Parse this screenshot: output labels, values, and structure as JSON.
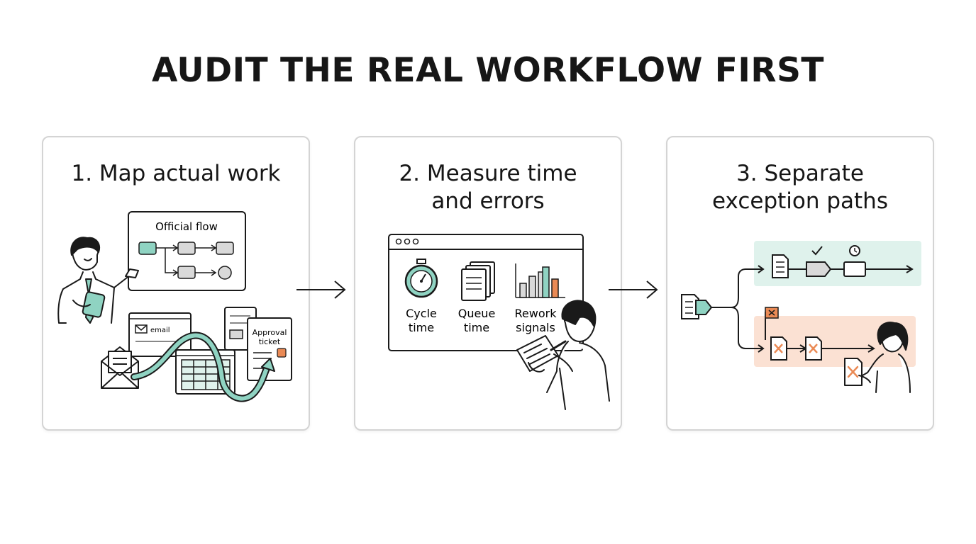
{
  "title": "AUDIT THE REAL WORKFLOW FIRST",
  "steps": [
    {
      "title_line1": "1. Map actual work",
      "official_flow": "Official flow",
      "email": "email",
      "approval": "Approval",
      "ticket": "ticket"
    },
    {
      "title_line1": "2. Measure time",
      "title_line2": "and errors",
      "metrics": [
        {
          "line1": "Cycle",
          "line2": "time",
          "icon": "stopwatch-icon"
        },
        {
          "line1": "Queue",
          "line2": "time",
          "icon": "documents-stack-icon"
        },
        {
          "line1": "Rework",
          "line2": "signals",
          "icon": "bar-chart-icon"
        }
      ]
    },
    {
      "title_line1": "3. Separate",
      "title_line2": "exception paths"
    }
  ],
  "colors": {
    "teal": "#8fd3c2",
    "teal_light": "#dff2ec",
    "orange": "#ea8a55",
    "orange_light": "#fbe1d3",
    "ink": "#161616"
  }
}
